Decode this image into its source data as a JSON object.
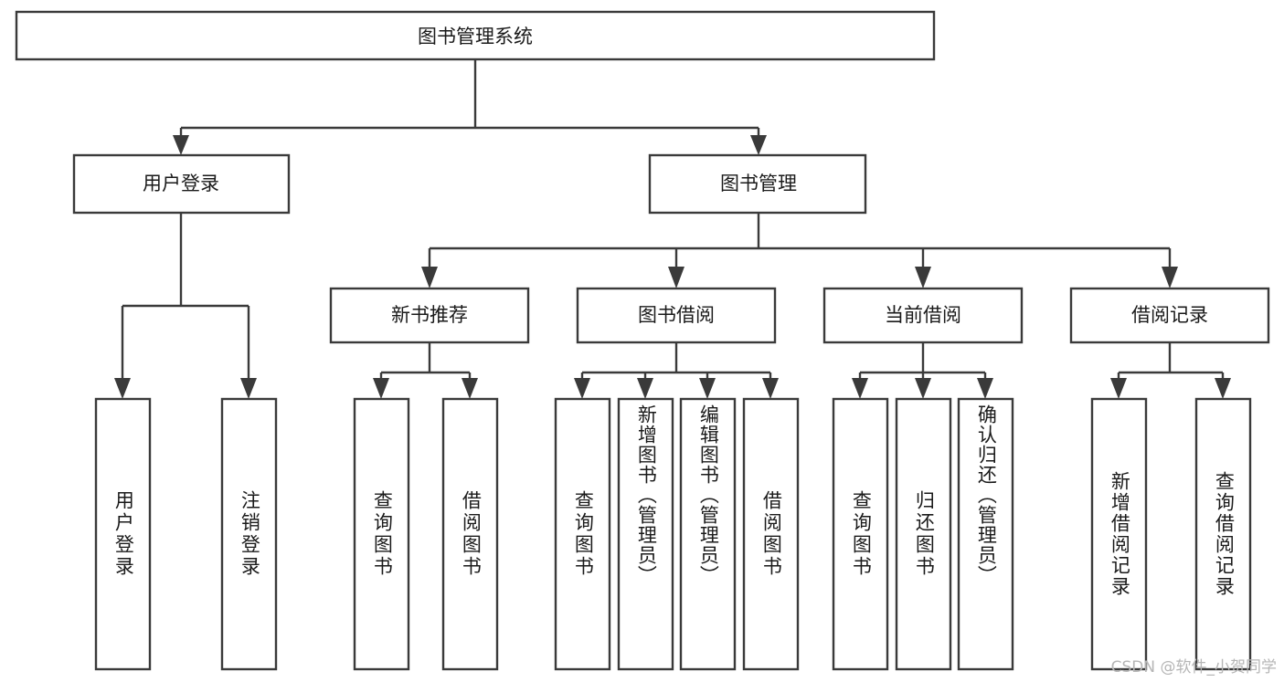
{
  "diagram": {
    "type": "tree-hierarchy",
    "title": "图书管理系统",
    "orientation": "top-down",
    "levels": 4,
    "root": {
      "id": "root",
      "label": "图书管理系统",
      "text_direction": "horizontal"
    },
    "level2": [
      {
        "id": "user-login",
        "label": "用户登录",
        "text_direction": "horizontal"
      },
      {
        "id": "book-manage",
        "label": "图书管理",
        "text_direction": "horizontal"
      }
    ],
    "level3": [
      {
        "id": "new-book-rec",
        "label": "新书推荐",
        "parent": "book-manage",
        "text_direction": "horizontal"
      },
      {
        "id": "book-borrow",
        "label": "图书借阅",
        "parent": "book-manage",
        "text_direction": "horizontal"
      },
      {
        "id": "current-borrow",
        "label": "当前借阅",
        "parent": "book-manage",
        "text_direction": "horizontal"
      },
      {
        "id": "borrow-record",
        "label": "借阅记录",
        "parent": "book-manage",
        "text_direction": "horizontal"
      }
    ],
    "leaves": [
      {
        "id": "leaf-user-login",
        "label": "用户登录",
        "parent": "user-login",
        "text_direction": "vertical"
      },
      {
        "id": "leaf-user-logout",
        "label": "注销登录",
        "parent": "user-login",
        "text_direction": "vertical"
      },
      {
        "id": "leaf-rec-query-book",
        "label": "查询图书",
        "parent": "new-book-rec",
        "text_direction": "vertical"
      },
      {
        "id": "leaf-rec-borrow-book",
        "label": "借阅图书",
        "parent": "new-book-rec",
        "text_direction": "vertical"
      },
      {
        "id": "leaf-borrow-query-book",
        "label": "查询图书",
        "parent": "book-borrow",
        "text_direction": "vertical"
      },
      {
        "id": "leaf-borrow-add-book",
        "label": "新增图书（管理员）",
        "parent": "book-borrow",
        "text_direction": "vertical"
      },
      {
        "id": "leaf-borrow-edit-book",
        "label": "编辑图书（管理员）",
        "parent": "book-borrow",
        "text_direction": "vertical"
      },
      {
        "id": "leaf-borrow-borrow-book",
        "label": "借阅图书",
        "parent": "book-borrow",
        "text_direction": "vertical"
      },
      {
        "id": "leaf-current-query-book",
        "label": "查询图书",
        "parent": "current-borrow",
        "text_direction": "vertical"
      },
      {
        "id": "leaf-current-return-book",
        "label": "归还图书",
        "parent": "current-borrow",
        "text_direction": "vertical"
      },
      {
        "id": "leaf-current-confirm-return",
        "label": "确认归还（管理员）",
        "parent": "current-borrow",
        "text_direction": "vertical"
      },
      {
        "id": "leaf-record-add",
        "label": "新增借阅记录",
        "parent": "borrow-record",
        "text_direction": "vertical"
      },
      {
        "id": "leaf-record-query",
        "label": "查询借阅记录",
        "parent": "borrow-record",
        "text_direction": "vertical"
      }
    ],
    "colors": {
      "box_fill": "#ffffff",
      "box_stroke": "#3a3a3a",
      "connector": "#3a3a3a",
      "text": "#1a1a1a",
      "background": "#ffffff",
      "watermark": "#b6b6b6"
    }
  },
  "watermark": {
    "text": "CSDN @软件_小贺同学"
  }
}
